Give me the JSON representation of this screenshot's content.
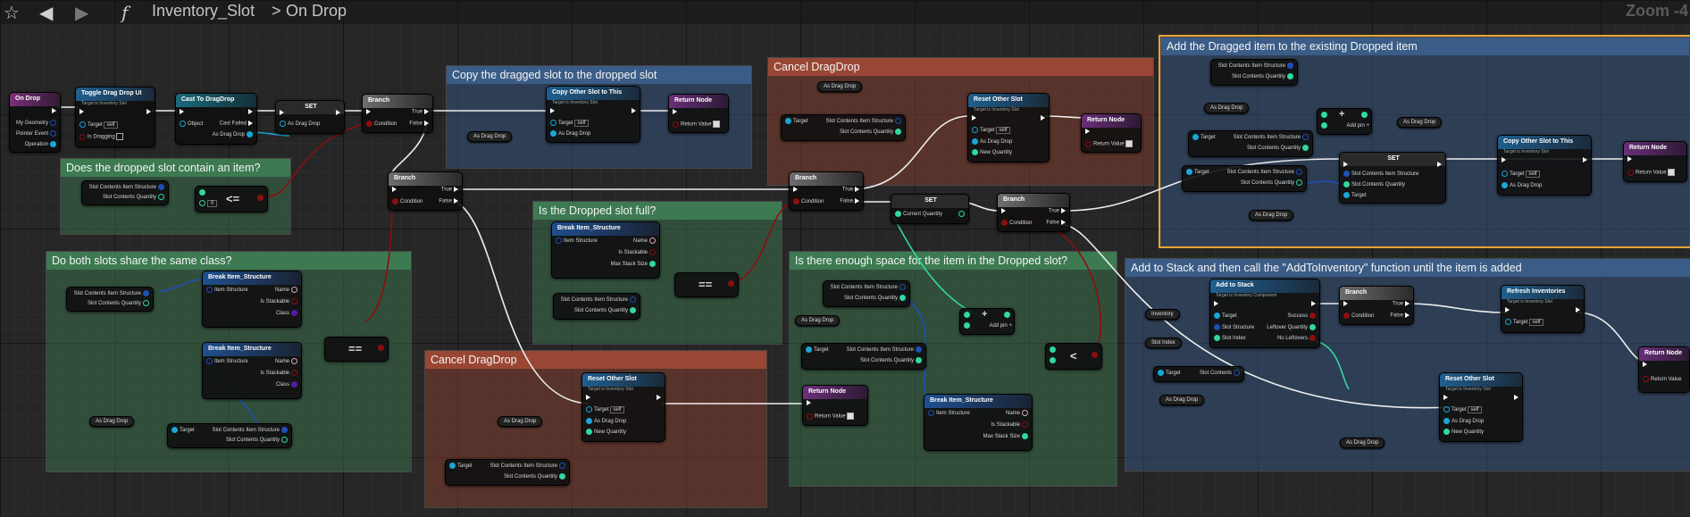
{
  "toolbar": {
    "star_icon": "star-icon",
    "back_icon": "arrow-left-icon",
    "forward_icon": "arrow-right-icon",
    "function_icon": "f",
    "breadcrumb_root": "Inventory_Slot",
    "separator": ">",
    "breadcrumb_leaf": "On Drop",
    "zoom": "Zoom -4"
  },
  "colors": {
    "exec": "#ffffff",
    "object": "#1aa6d8",
    "struct": "#1f4fb8",
    "bool": "#8c0e0e",
    "int": "#31d8a0",
    "class": "#5a1aa8",
    "selection": "#e8a23a"
  },
  "comments": {
    "copy": "Copy the dragged slot to the dropped slot",
    "cancel_top": "Cancel DragDrop",
    "add_existing": "Add the Dragged item to the existing Dropped item",
    "contains_item": "Does the dropped slot contain an item?",
    "full": "Is the Dropped slot full?",
    "same_class": "Do both slots share the same class?",
    "cancel_bottom": "Cancel DragDrop",
    "enough_space": "Is there enough space for the item in the Dropped slot?",
    "add_stack": "Add to Stack and then call the \"AddToInventory\" function until the item is added"
  },
  "nodes": {
    "on_drop": {
      "title": "On Drop",
      "pins": [
        "My Geometry",
        "Pointer Event",
        "Operation"
      ]
    },
    "toggle": {
      "title": "Toggle Drag Drop UI",
      "sub": "Target is Inventory Slot",
      "target": "Target",
      "self": "self",
      "dragging": "Is Dragging"
    },
    "cast": {
      "title": "Cast To DragDrop",
      "object": "Object",
      "failed": "Cast Failed",
      "as": "As Drag Drop"
    },
    "set1": {
      "title": "SET",
      "pin": "As Drag Drop"
    },
    "branch1": {
      "title": "Branch",
      "cond": "Condition",
      "t": "True",
      "f": "False"
    },
    "copy1": {
      "title": "Copy Other Slot to This",
      "sub": "Target is Inventory Slot",
      "target": "Target",
      "self": "self",
      "dd": "As Drag Drop"
    },
    "ret1": {
      "title": "Return Node",
      "rv": "Return Value"
    },
    "var_dd1": "As Drag Drop",
    "contains_vars": {
      "a": "Slot Contents Item Structure",
      "b": "Slot Contents Quantity"
    },
    "le": "<=",
    "le_val": "0",
    "branch2": {
      "title": "Branch",
      "cond": "Condition",
      "t": "True",
      "f": "False"
    },
    "same_vars": {
      "a": "Slot Contents Item Structure",
      "b": "Slot Contents Quantity"
    },
    "break1": {
      "title": "Break Item_Structure",
      "in": "Item Structure",
      "o1": "Name",
      "o2": "Is Stackable",
      "o3": "Class"
    },
    "break2": {
      "title": "Break Item_Structure",
      "in": "Item Structure",
      "o1": "Name",
      "o2": "Is Stackable",
      "o3": "Class"
    },
    "eq1": "==",
    "var_dd_same": "As Drag Drop",
    "target_get_same": {
      "t": "Target",
      "o": "Slot Contents Item Structure",
      "q": "Slot Contents Quantity"
    },
    "full_break": {
      "title": "Break Item_Structure",
      "in": "Item Structure",
      "o1": "Name",
      "o2": "Is Stackable",
      "o3": "Max Stack Size"
    },
    "full_vars": {
      "a": "Slot Contents Item Structure",
      "b": "Slot Contents Quantity"
    },
    "eq2": "==",
    "cancel_top_vars": {
      "dd": "As Drag Drop",
      "t": "Target",
      "o": "Slot Contents Item Structure",
      "q": "Slot Contents Quantity"
    },
    "reset1": {
      "title": "Reset Other Slot",
      "sub": "Target is Inventory Slot",
      "target": "Target",
      "self": "self",
      "dd": "As Drag Drop",
      "nq": "New Quantity"
    },
    "ret2": {
      "title": "Return Node",
      "rv": "Return Value"
    },
    "branch3": {
      "title": "Branch",
      "cond": "Condition",
      "t": "True",
      "f": "False"
    },
    "set2": {
      "title": "SET",
      "pin": "Current Quantity"
    },
    "branch4": {
      "title": "Branch",
      "cond": "Condition",
      "t": "True",
      "f": "False"
    },
    "add_vars": {
      "a": "Slot Contents Item Structure",
      "b": "Slot Contents Quantity",
      "dd": "As Drag Drop",
      "t": "Target",
      "o": "Slot Contents Item Structure",
      "q": "Slot Contents Quantity",
      "dd2": "As Drag Drop",
      "dd3": "As Drag Drop"
    },
    "addpin1": {
      "plus": "+",
      "label": "Add pin"
    },
    "set3": {
      "title": "SET",
      "p1": "Slot Contents Item Structure",
      "p2": "Slot Contents Quantity",
      "p3": "Target"
    },
    "copy2": {
      "title": "Copy Other Slot to This",
      "sub": "Target is Inventory Slot",
      "target": "Target",
      "self": "self",
      "dd": "As Drag Drop"
    },
    "ret3": {
      "title": "Return Node",
      "rv": "Return Value"
    },
    "cancel_bottom_vars": {
      "dd": "As Drag Drop",
      "t": "Target",
      "o": "Slot Contents Item Structure",
      "q": "Slot Contents Quantity"
    },
    "reset2": {
      "title": "Reset Other Slot",
      "sub": "Target is Inventory Slot",
      "target": "Target",
      "self": "self",
      "dd": "As Drag Drop",
      "nq": "New Quantity"
    },
    "space_vars": {
      "a": "Slot Contents Item Structure",
      "b": "Slot Contents Quantity",
      "dd": "As Drag Drop",
      "t": "Target",
      "o": "Slot Contents Item Structure",
      "q": "Slot Contents Quantity"
    },
    "addpin2": {
      "plus": "+",
      "label": "Add pin"
    },
    "lt": "<",
    "ret4": {
      "title": "Return Node",
      "rv": "Return Value"
    },
    "break3": {
      "title": "Break Item_Structure",
      "in": "Item Structure",
      "o1": "Name",
      "o2": "Is Stackable",
      "o3": "Max Stack Size"
    },
    "stack_vars": {
      "inv": "Inventory",
      "si": "Slot Index",
      "t": "Target",
      "sc": "Slot Contents",
      "dd": "As Drag Drop",
      "dd2": "As Drag Drop"
    },
    "addtostack": {
      "title": "Add to Stack",
      "sub": "Target is Inventory Component",
      "t": "Target",
      "ss": "Slot Structure",
      "si": "Slot Index",
      "s": "Success",
      "lq": "Leftover Quantity",
      "nl": "No Leftovers"
    },
    "branch5": {
      "title": "Branch",
      "cond": "Condition",
      "t": "True",
      "f": "False"
    },
    "refresh": {
      "title": "Refresh Inventories",
      "sub": "Target is Inventory Slot",
      "t": "Target",
      "self": "self"
    },
    "reset3": {
      "title": "Reset Other Slot",
      "sub": "Target is Inventory Slot",
      "target": "Target",
      "self": "self",
      "dd": "As Drag Drop",
      "nq": "New Quantity"
    },
    "ret5": {
      "title": "Return Node",
      "rv": "Return Value"
    }
  }
}
